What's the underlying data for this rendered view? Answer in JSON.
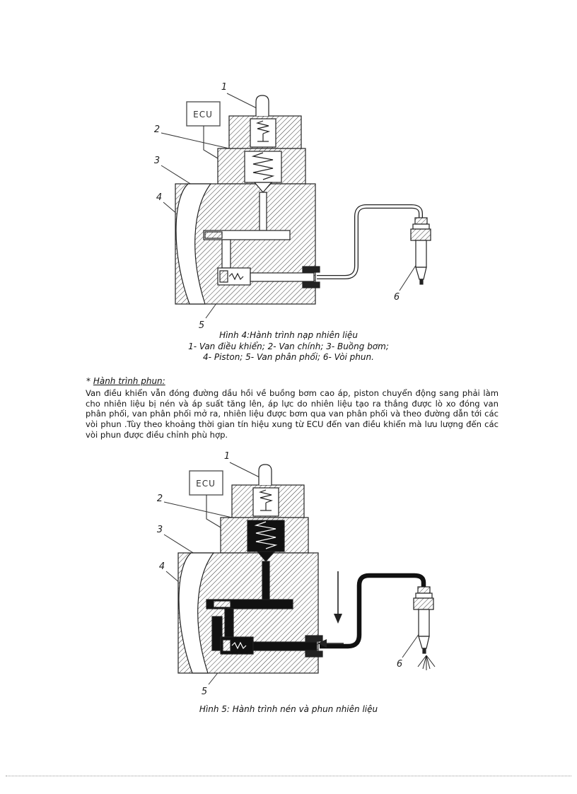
{
  "page": {
    "background": "#ffffff"
  },
  "figure4": {
    "ecu": "ECU",
    "labels": {
      "n1": "1",
      "n2": "2",
      "n3": "3",
      "n4": "4",
      "n5": "5",
      "n6": "6"
    },
    "caption1": "Hình 4:Hành trình nạp nhiên liệu",
    "caption2": "1- Van điều khiển; 2- Van chính; 3- Buồng bơm;",
    "caption3": "4- Piston; 5- Van phân phối; 6- Vòi phun."
  },
  "section": {
    "marker": "* ",
    "heading": "Hành trình phun:",
    "body": "Van điều khiển vẫn đóng đường dầu hồi về buồng bơm cao áp, piston chuyển động sang phải làm cho nhiên liệu bị nén và áp suất tăng lên, áp lực do nhiên liệu tạo ra thắng được lò xo đóng van phân phối, van phân phối mở ra, nhiên liệu được bơm qua van phân phối và theo đường dẫn tới các vòi phun .Tùy theo khoảng thời gian tín hiệu xung từ ECU đến van điều khiển mà lưu lượng đến các vòi phun được điều chỉnh phù hợp."
  },
  "figure5": {
    "ecu": "ECU",
    "labels": {
      "n1": "1",
      "n2": "2",
      "n3": "3",
      "n4": "4",
      "n5": "5",
      "n6": "6"
    },
    "caption": "Hình 5: Hành trình nén và phun nhiên liệu"
  }
}
